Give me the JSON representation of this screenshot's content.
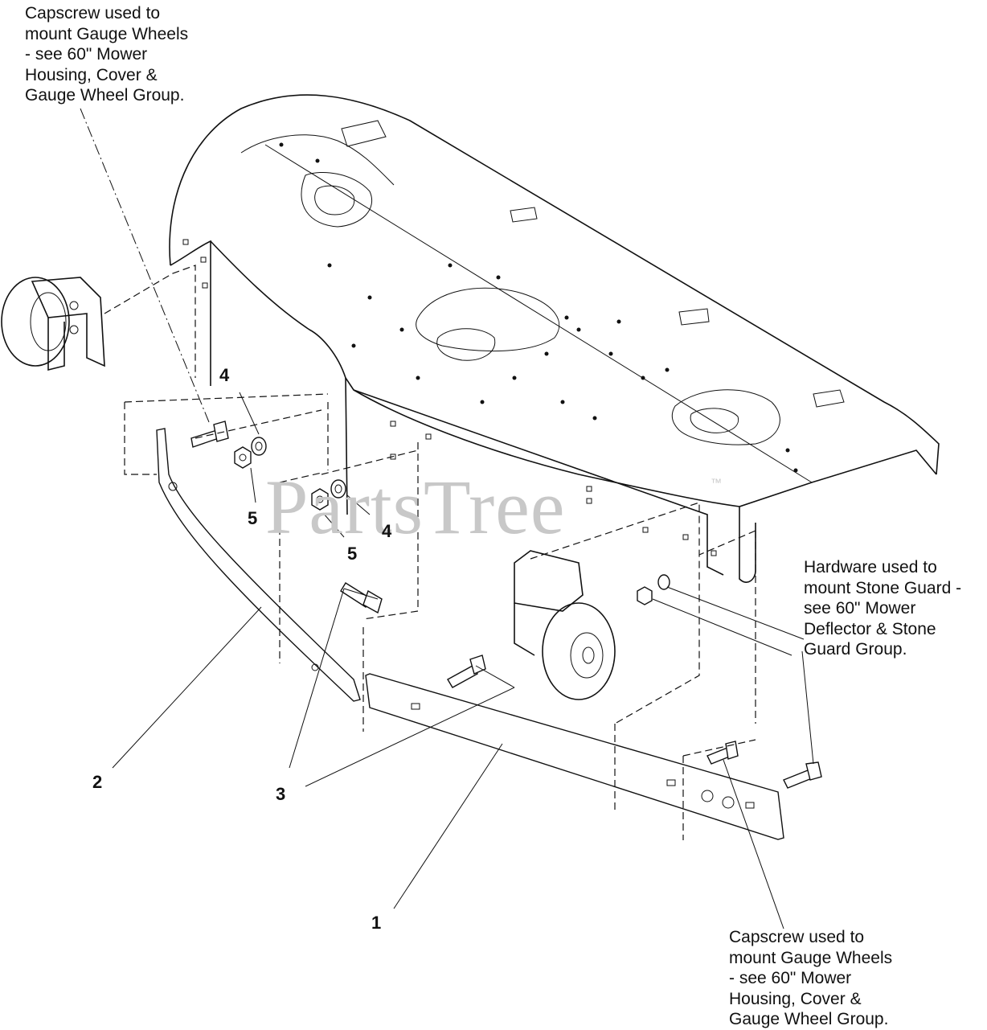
{
  "watermark": {
    "brand": "PartsTree",
    "trademark": "™"
  },
  "callouts": {
    "capscrew_top_left": "Capscrew used to\nmount Gauge Wheels\n- see 60\" Mower\nHousing, Cover &\nGauge Wheel Group.",
    "hardware_right": "Hardware used to\nmount Stone Guard -\nsee 60\" Mower\nDeflector & Stone\nGuard Group.",
    "capscrew_bottom_right": "Capscrew used to\nmount Gauge Wheels\n- see 60\" Mower\nHousing, Cover &\nGauge Wheel Group."
  },
  "part_numbers": {
    "p1": "1",
    "p2": "2",
    "p3": "3",
    "p4_left": "4",
    "p4_right": "4",
    "p5_left": "5",
    "p5_right": "5"
  }
}
